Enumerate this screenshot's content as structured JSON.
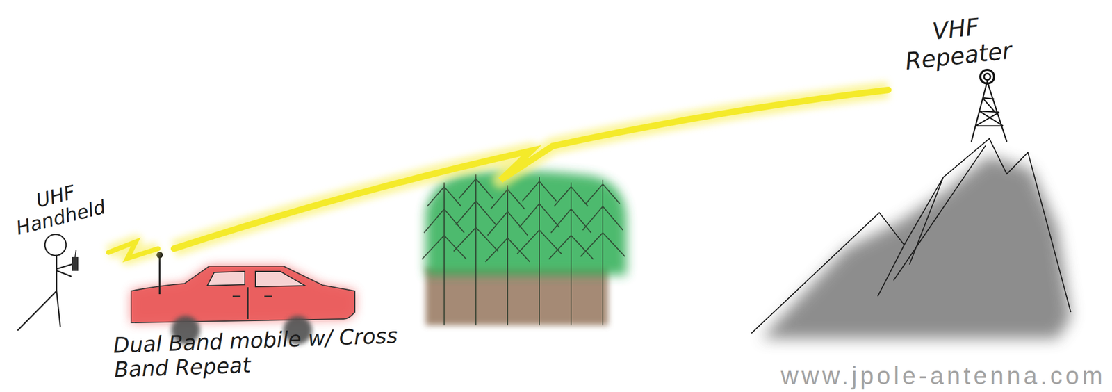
{
  "diagram": {
    "nodes": [
      {
        "text": [
          "UHF Handheld"
        ]
      },
      {
        "text": [
          "Dual Band mobile w/ Cross Band Repeat"
        ]
      },
      {
        "text": [
          "VHF Repeater"
        ]
      }
    ],
    "edges": [
      {
        "from": 0,
        "to": 1,
        "arrow": "none"
      },
      {
        "from": 1,
        "to": 2,
        "arrow": "none"
      }
    ],
    "labels": [
      "www.jpole-antenna.com"
    ]
  }
}
